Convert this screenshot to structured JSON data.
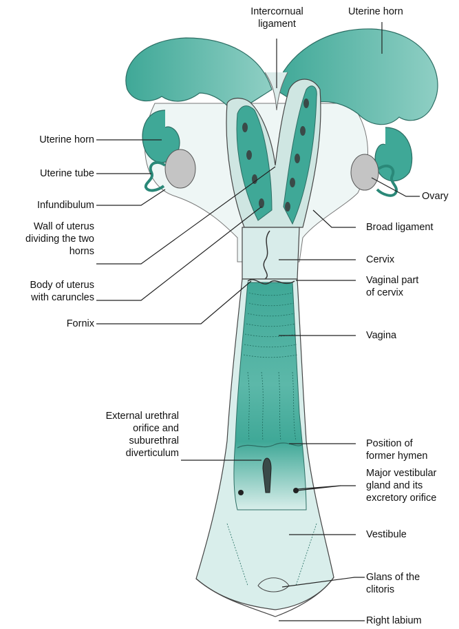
{
  "colors": {
    "teal": "#3fa897",
    "teal_dark": "#2a8878",
    "teal_light": "#a9d9d1",
    "pale": "#e6f3f1",
    "ovary": "#bcbcbc",
    "line": "#222222"
  },
  "labels": {
    "intercornual": "Intercornual\nligament",
    "uterine_horn_top": "Uterine horn",
    "uterine_horn_left": "Uterine horn",
    "uterine_tube": "Uterine tube",
    "infundibulum": "Infundibulum",
    "ovary": "Ovary",
    "broad_ligament": "Broad ligament",
    "wall_of_uterus": "Wall of uterus\ndividing the two\nhorns",
    "cervix": "Cervix",
    "body_of_uterus": "Body of uterus\nwith caruncles",
    "vaginal_part": "Vaginal part\nof cervix",
    "fornix": "Fornix",
    "vagina": "Vagina",
    "external_urethral": "External urethral\norifice and\nsuburethral\ndiverticulum",
    "position_hymen": "Position of\nformer hymen",
    "major_vestibular": "Major vestibular\ngland and its\nexcretory orifice",
    "vestibule": "Vestibule",
    "glans": "Glans of the\nclitoris",
    "right_labium": "Right labium"
  }
}
